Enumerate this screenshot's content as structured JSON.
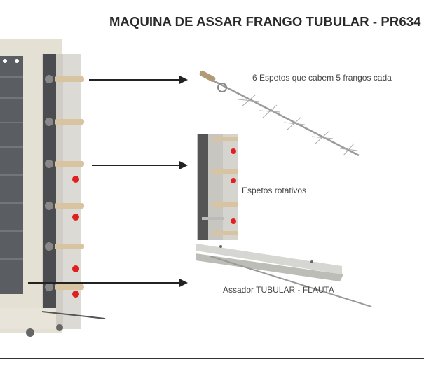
{
  "title": "MAQUINA DE ASSAR FRANGO TUBULAR - PR634",
  "callouts": [
    {
      "label": "6 Espetos que cabem 5 frangos cada"
    },
    {
      "label": "Espetos rotativos"
    },
    {
      "label": "Assador TUBULAR - FLAUTA"
    }
  ],
  "colors": {
    "cabinet": "#e4e0d4",
    "column": "#cfcdc6",
    "knob": "#e02020",
    "handle": "#d8c4a0"
  }
}
